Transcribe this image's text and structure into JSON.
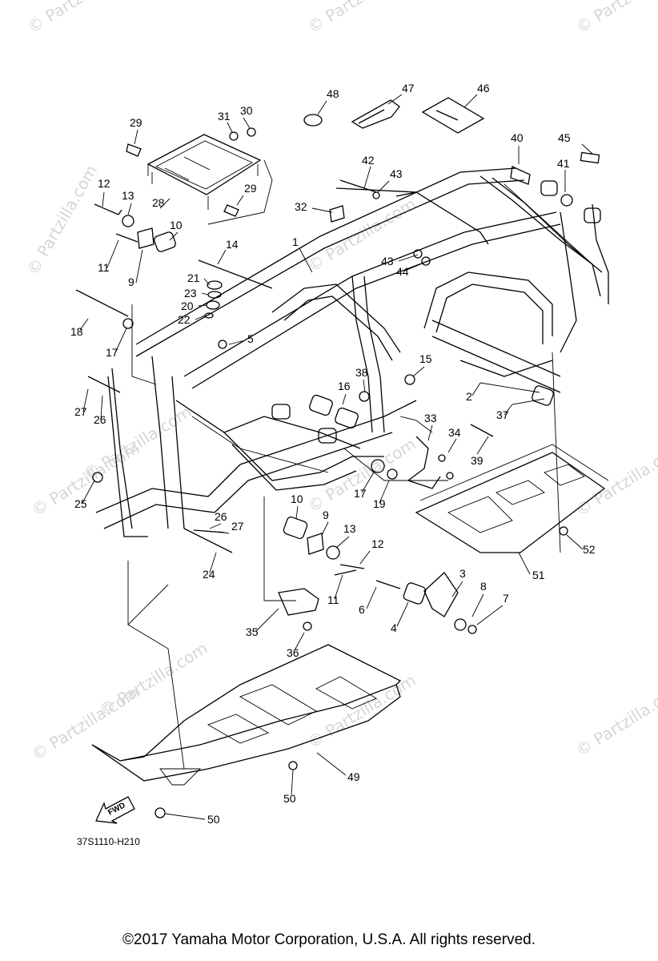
{
  "watermarks": [
    "© Partzilla.com",
    "© Partzilla.com",
    "© Partzilla.com",
    "© Partzilla.com",
    "© Partzilla.com",
    "© Partzilla.com",
    "© Partzilla.com",
    "© Partzilla.com",
    "© Partzilla.com",
    "© Partzilla.com",
    "© Partzilla.com",
    "© Partzilla.com",
    "© Partzilla.com"
  ],
  "callouts": [
    "48",
    "47",
    "46",
    "31",
    "30",
    "29",
    "40",
    "45",
    "12",
    "13",
    "42",
    "43",
    "41",
    "28",
    "29",
    "32",
    "10",
    "11",
    "14",
    "1",
    "9",
    "43",
    "44",
    "21",
    "23",
    "20",
    "22",
    "18",
    "17",
    "5",
    "15",
    "38",
    "16",
    "27",
    "26",
    "2",
    "37",
    "33",
    "34",
    "39",
    "25",
    "17",
    "19",
    "10",
    "9",
    "26",
    "27",
    "13",
    "12",
    "24",
    "11",
    "6",
    "3",
    "8",
    "7",
    "4",
    "51",
    "52",
    "35",
    "36",
    "49",
    "50",
    "50"
  ],
  "fwd_label": "FWD",
  "diagram_code": "37S1110-H210",
  "copyright": "©2017  Yamaha Motor Corporation, U.S.A. All rights reserved."
}
